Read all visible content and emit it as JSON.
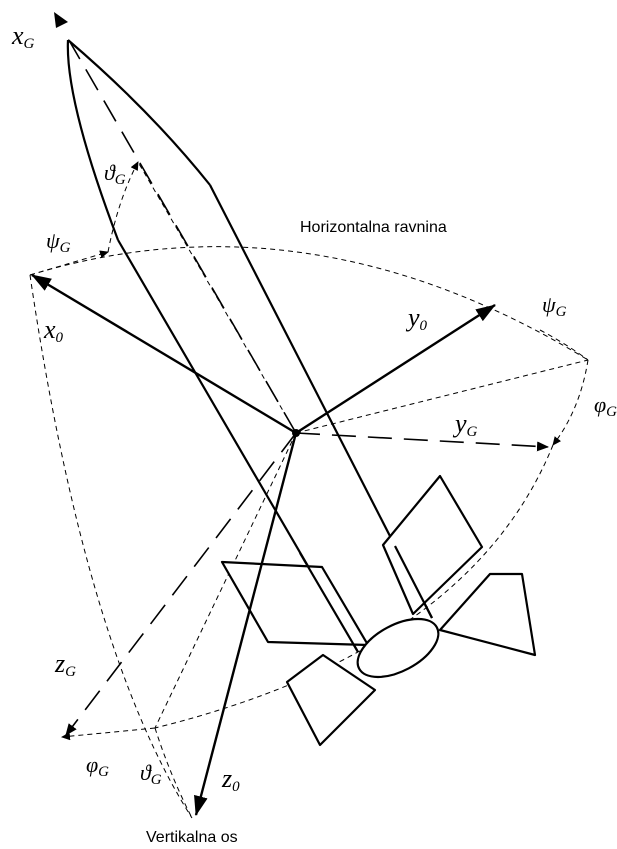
{
  "labels": {
    "horizontal_plane": "Horizontalna ravnina",
    "vertical_axis": "Vertikalna os"
  },
  "symbols": {
    "xG": {
      "main": "x",
      "sub": "G"
    },
    "yG": {
      "main": "y",
      "sub": "G"
    },
    "zG": {
      "main": "z",
      "sub": "G"
    },
    "x0": {
      "main": "x",
      "sub": "0"
    },
    "y0": {
      "main": "y",
      "sub": "0"
    },
    "z0": {
      "main": "z",
      "sub": "0"
    },
    "thetaG": {
      "main": "ϑ",
      "sub": "G"
    },
    "psiG": {
      "main": "ψ",
      "sub": "G"
    },
    "phiG": {
      "main": "φ",
      "sub": "G"
    },
    "phiG_right": {
      "main": "φ",
      "sub": "G"
    }
  },
  "colors": {
    "stroke": "#000000",
    "background": "#ffffff"
  }
}
